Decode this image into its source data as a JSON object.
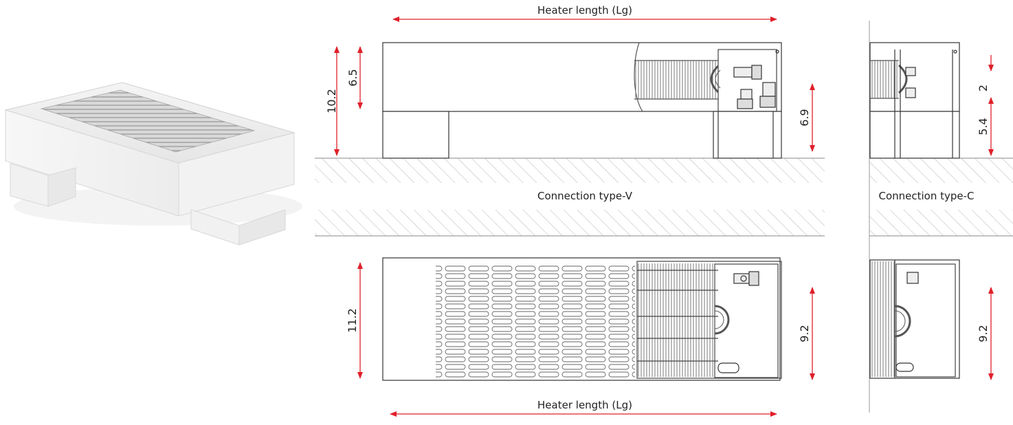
{
  "labels": {
    "heater_length_top": "Heater length  (Lg)",
    "heater_length_bottom": "Heater length  (Lg)",
    "connection_v": "Connection type-V",
    "connection_c": "Connection type-C"
  },
  "dimensions": {
    "total_height_side": "10.2",
    "top_height_side": "6.5",
    "connection_height_v": "6.9",
    "depth_top_view": "11.2",
    "pipe_span_v": "9.2",
    "c_upper": "2",
    "c_lower": "5.4",
    "c_pipe_span": "9.2"
  },
  "colors": {
    "dimension_arrow": "#e0202a",
    "outline": "#333333",
    "hatch": "#b0b0b0"
  }
}
